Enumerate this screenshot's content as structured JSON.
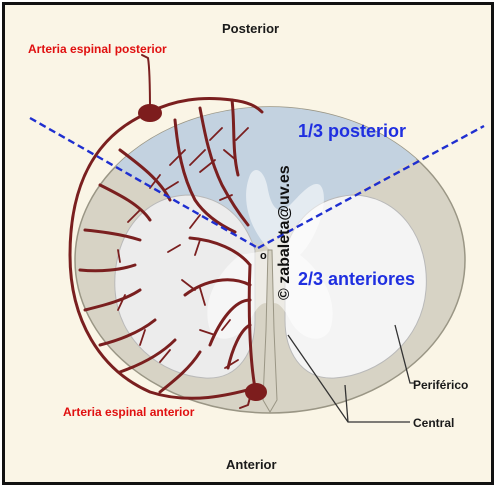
{
  "labels": {
    "posterior_title": "Posterior",
    "anterior_title": "Anterior",
    "arteria_posterior": "Arteria espinal posterior",
    "arteria_anterior": "Arteria espinal anterior",
    "posterior_third": "1/3 posterior",
    "anterior_two_thirds": "2/3 anteriores",
    "periferico": "Periférico",
    "central": "Central",
    "watermark": "© zabaleta@uv.es",
    "small_o": "o"
  },
  "colors": {
    "background": "#faf5e6",
    "outer_ring": "#d7d3c5",
    "white_matter": "#e9e9e9",
    "posterior_region": "#c3d2e0",
    "artery": "#7a1f1f",
    "artery_node": "#7d1d1d",
    "red_label": "#e01010",
    "blue_label": "#1f2fe0",
    "dash_line": "#1f2fd0"
  }
}
